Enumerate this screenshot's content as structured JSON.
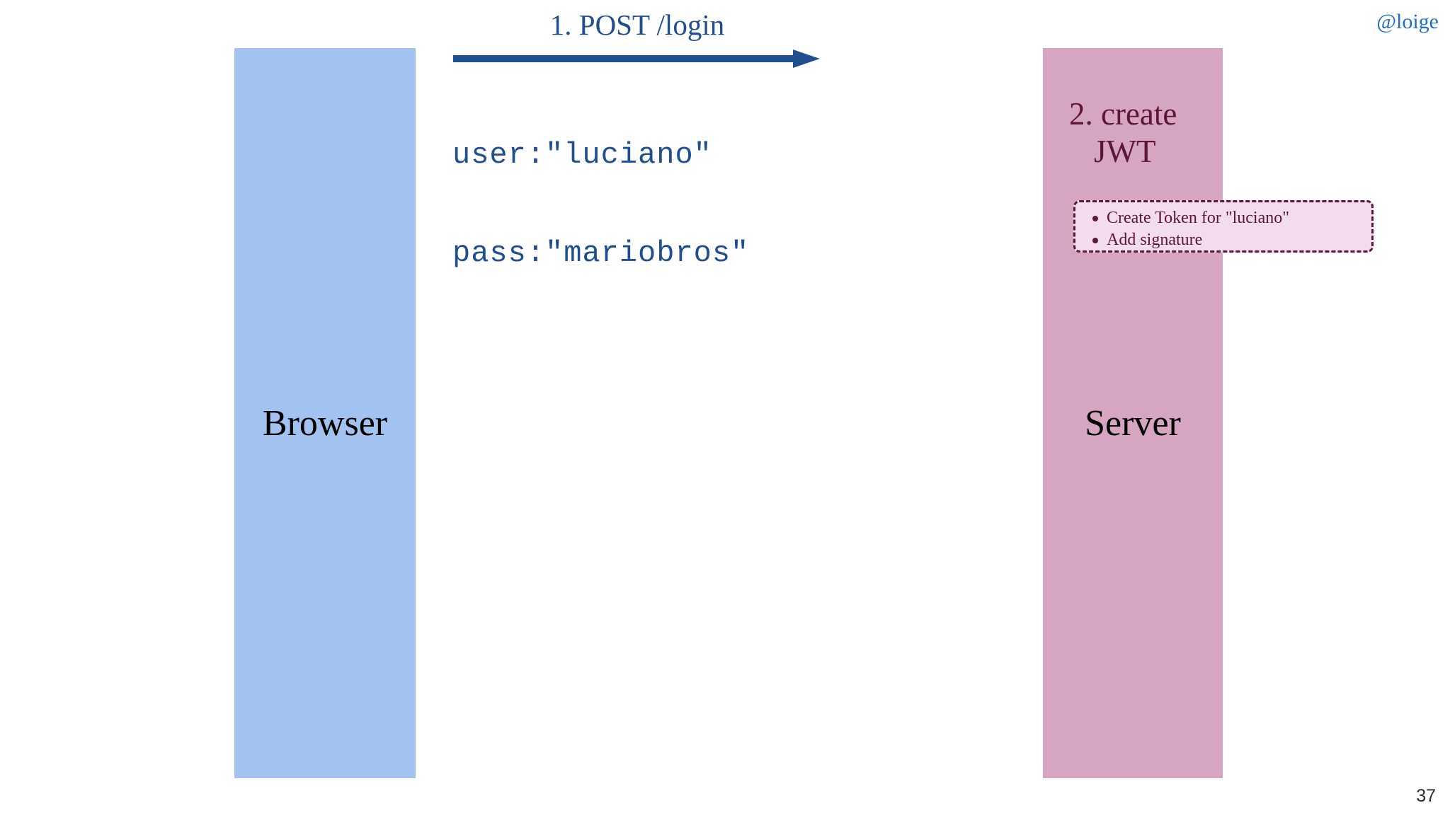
{
  "slide": {
    "watermark": "@loige",
    "page_number": "37",
    "background_color": "#ffffff"
  },
  "lifelines": [
    {
      "id": "browser",
      "label": "Browser",
      "color": "#a2c2f0",
      "label_color": "#000000"
    },
    {
      "id": "server",
      "label": "Server",
      "color": "#d6a5c1",
      "label_color": "#000000"
    }
  ],
  "messages": [
    {
      "id": "post-login",
      "title": "1. POST /login",
      "color": "#1f4f8f",
      "direction": "left-to-right",
      "payload_lines": [
        "user:\"luciano\"",
        "pass:\"mariobros\""
      ]
    }
  ],
  "activities": [
    {
      "id": "create-jwt",
      "title_line_1": "2. create",
      "title_line_2": "JWT",
      "color": "#5d1736",
      "note": {
        "fill": "#f3dceb",
        "border_color": "#5d1736",
        "items": [
          "Create Token for \"luciano\"",
          "Add signature"
        ]
      }
    }
  ]
}
